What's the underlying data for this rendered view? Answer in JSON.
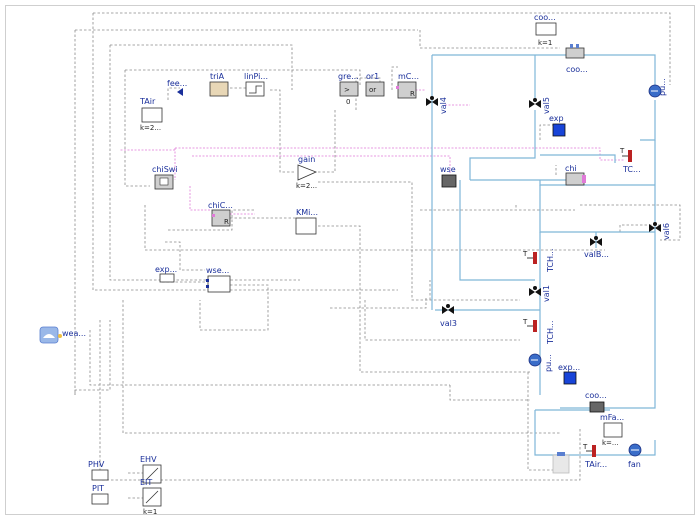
{
  "labels": {
    "coo_top": "coo...",
    "coo_top_k": "k=1",
    "coo_right": "coo...",
    "fee": "fee...",
    "triA": "triA",
    "linPi": "linPi...",
    "gre": "gre...",
    "gre_val": "0",
    "or1": "or1",
    "or_text": "or",
    "mC": "mC...",
    "R": "R",
    "pu_top": "pu...",
    "val4": "val4",
    "val5": "val5",
    "exp_top": "exp",
    "TAir": "TAir",
    "TAir_k": "k=2...",
    "chiSwi": "chiSwi",
    "gain": "gain",
    "gain_k": "k=2...",
    "wse_block": "wse",
    "chi": "chi",
    "TC_top": "TC...",
    "chiC": "chiC...",
    "KMi": "KMi...",
    "val6": "val6",
    "TCH_1": "TCH...",
    "valB": "valB...",
    "exp_left": "exp...",
    "wse_left": "wse...",
    "val1": "val1",
    "weather": "wea...",
    "val3": "val3",
    "TCH_2": "TCH...",
    "pu_mid": "pu...",
    "exp_mid": "exp...",
    "coo_mid": "coo...",
    "mFa": "mFa...",
    "mFa_k": "k=...",
    "TAir_bottom": "TAir...",
    "fan": "fan",
    "PHV": "PHV",
    "EHV": "EHV",
    "PIT": "PIT",
    "EIT": "EIT",
    "EIT_k": "k=1"
  }
}
